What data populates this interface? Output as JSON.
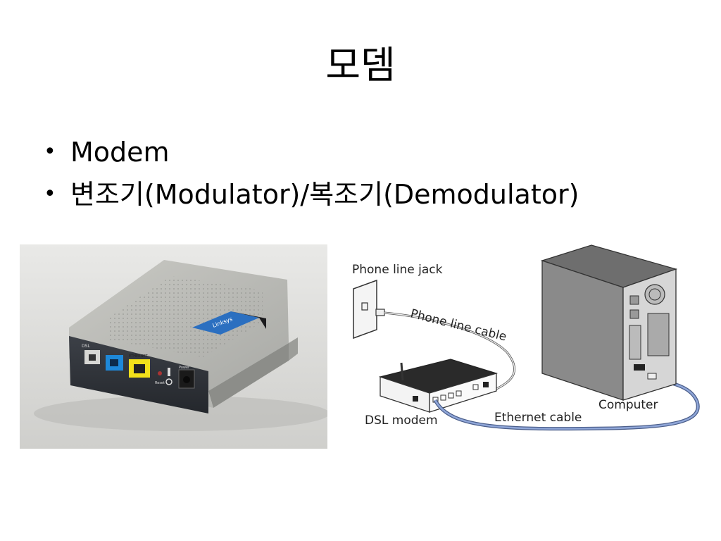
{
  "slide": {
    "title": "모뎀",
    "bullets": [
      {
        "text": "Modem"
      },
      {
        "text": "변조기(Modulator)/복조기(Demodulator)"
      }
    ]
  },
  "photo": {
    "brand_label": "Linksys",
    "port_labels": {
      "dsl": "DSL",
      "ethernet": "ETHERNET",
      "reset": "Reset",
      "power": "Power"
    }
  },
  "diagram": {
    "labels": {
      "phone_line_jack": "Phone line jack",
      "phone_line_cable": "Phone line cable",
      "dsl_modem": "DSL modem",
      "ethernet_cable": "Ethernet cable",
      "computer": "Computer"
    }
  },
  "colors": {
    "background": "#ffffff",
    "cable_blue": "#8fa6d8",
    "modem_blue_port": "#1e88d8",
    "modem_yellow_port": "#f2e01a"
  }
}
